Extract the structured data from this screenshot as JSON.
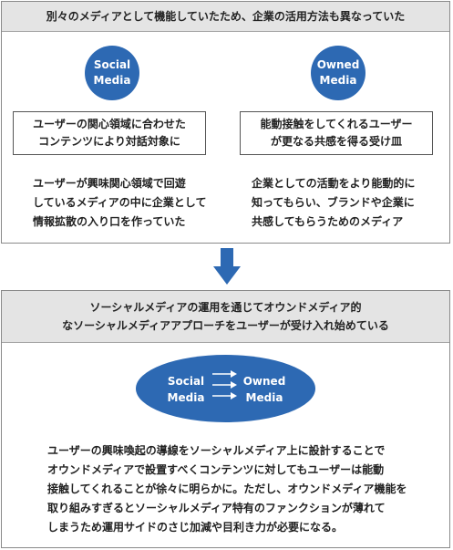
{
  "top_panel": {
    "header": "別々のメディアとして機能していたため、企業の活用方法も異なっていた",
    "social_circle": [
      "Social",
      "Media"
    ],
    "owned_circle": [
      "Owned",
      "Media"
    ],
    "social_box": [
      "ユーザーの関心領域に合わせた",
      "コンテンツにより対話対象に"
    ],
    "owned_box": [
      "能動接触をしてくれるユーザー",
      "が更なる共感を得る受け皿"
    ],
    "social_desc": [
      "ユーザーが興味関心領域で回遊",
      "しているメディアの中に企業として",
      "情報拡散の入り口を作っていた"
    ],
    "owned_desc": [
      "企業としての活動をより能動的に",
      "知ってもらい、ブランドや企業に",
      "共感してもらうためのメディア"
    ]
  },
  "arrow_icon": "down-arrow-icon",
  "bottom_panel": {
    "header": [
      "ソーシャルメディアの運用を通じてオウンドメディア的",
      "なソーシャルメディアアプローチをユーザーが受け入れ始めている"
    ],
    "ellipse_social": [
      "Social",
      "Media"
    ],
    "ellipse_owned": [
      "Owned",
      "Media"
    ],
    "desc": [
      "ユーザーの興味喚起の導線をソーシャルメディア上に設計することで",
      "オウンドメディアで設置すべくコンテンツに対してもユーザーは能動",
      "接触してくれることが徐々に明らかに。ただし、オウンドメディア機能を",
      "取り組みすぎるとソーシャルメディア特有のファンクションが薄れて",
      "しまうため運用サイドのさじ加減や目利き力が必要になる。"
    ]
  },
  "colors": {
    "accent_blue": "#2d69b3",
    "header_gray": "#e4e4e4",
    "border": "#8a8a8a"
  }
}
